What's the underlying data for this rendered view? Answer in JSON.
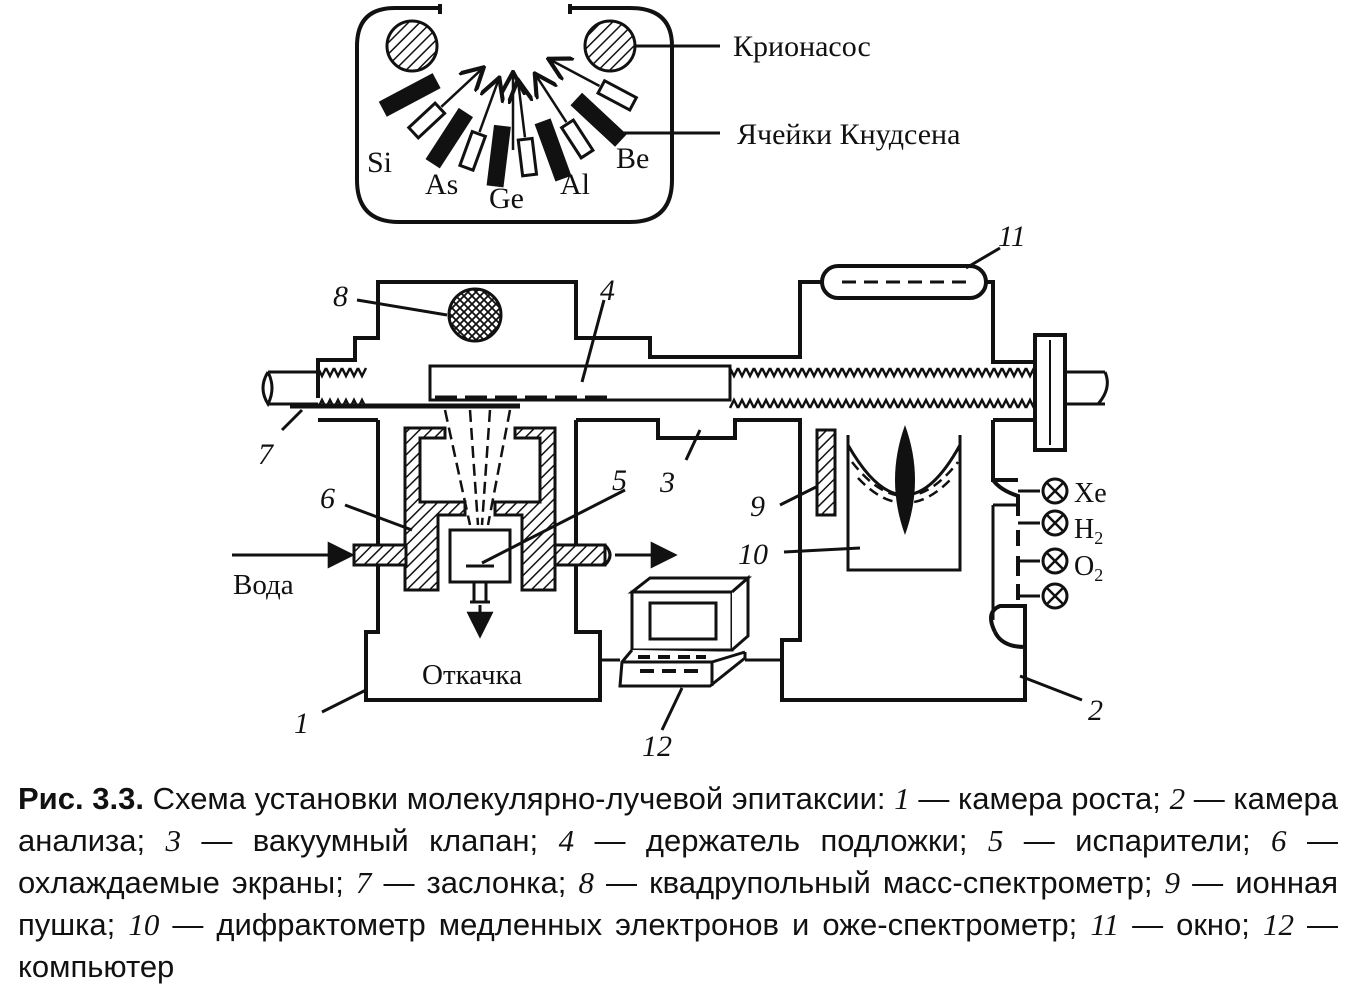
{
  "labels": {
    "cryopump": "Крионасос",
    "knudsen_cells": "Ячейки Кнудсена",
    "elements": [
      "Si",
      "As",
      "Ge",
      "Al",
      "Be"
    ],
    "water": "Вода",
    "pumping": "Откачка",
    "gases": [
      "Xe",
      "H",
      "O"
    ],
    "gas_subscripts": [
      "",
      "2",
      "2"
    ],
    "numbers": [
      "1",
      "2",
      "3",
      "4",
      "5",
      "6",
      "7",
      "8",
      "9",
      "10",
      "11",
      "12"
    ]
  },
  "caption": {
    "fig_word": "Рис.",
    "fig_num": "3.3.",
    "title": "Схема установки молекулярно-лучевой эпитаксии:",
    "items": [
      {
        "n": "1",
        "text": "— камера роста;"
      },
      {
        "n": "2",
        "text": "— камера анализа;"
      },
      {
        "n": "3",
        "text": "— вакуумный клапан;"
      },
      {
        "n": "4",
        "text": "— держатель подложки;"
      },
      {
        "n": "5",
        "text": "— испарители;"
      },
      {
        "n": "6",
        "text": "— охлаждаемые экраны;"
      },
      {
        "n": "7",
        "text": "— заслонка;"
      },
      {
        "n": "8",
        "text": "— квадрупольный масс-спектрометр;"
      },
      {
        "n": "9",
        "text": "— ионная пушка;"
      },
      {
        "n": "10",
        "text": "— дифрактометр медленных электронов и оже-спектрометр;"
      },
      {
        "n": "11",
        "text": "— окно;"
      },
      {
        "n": "12",
        "text": "— компьютер"
      }
    ]
  }
}
